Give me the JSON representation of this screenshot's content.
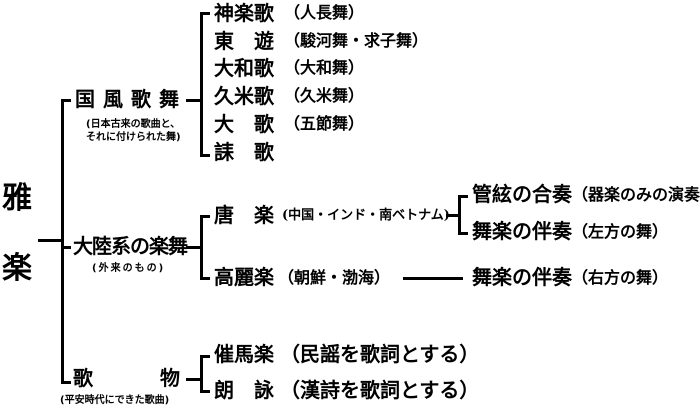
{
  "root": {
    "char1": "雅",
    "char2": "楽"
  },
  "kokufu": {
    "title": "国風歌舞",
    "subtitle_line1": "(日本古来の歌曲と、",
    "subtitle_line2": "それに付けられた舞)",
    "items": [
      {
        "name": "神楽歌",
        "note": "（人長舞）"
      },
      {
        "name": "東　遊",
        "note": "（駿河舞・求子舞）"
      },
      {
        "name": "大和歌",
        "note": "（大和舞）"
      },
      {
        "name": "久米歌",
        "note": "（久米舞）"
      },
      {
        "name": "大　歌",
        "note": "（五節舞）"
      },
      {
        "name": "誄　歌",
        "note": ""
      }
    ]
  },
  "tairiku": {
    "title": "大陸系の楽舞",
    "subtitle": "(外来のもの)",
    "togaku": {
      "name": "唐　楽",
      "note": "(中国・インド・南ベトナム)",
      "children": [
        {
          "name": "管絃の合奏",
          "note": "（器楽のみの演奏）"
        },
        {
          "name": "舞楽の伴奏",
          "note": "（左方の舞）"
        }
      ]
    },
    "komagaku": {
      "name": "高麗楽",
      "note": "（朝鮮・渤海）",
      "child": {
        "name": "舞楽の伴奏",
        "note": "（右方の舞）"
      }
    }
  },
  "utamono": {
    "title_a": "歌",
    "title_b": "物",
    "subtitle": "(平安時代にできた歌曲)",
    "items": [
      {
        "name": "催馬楽",
        "note": "（民謡を歌詞とする）"
      },
      {
        "name": "朗　詠",
        "note": "（漢詩を歌詞とする）"
      }
    ]
  }
}
